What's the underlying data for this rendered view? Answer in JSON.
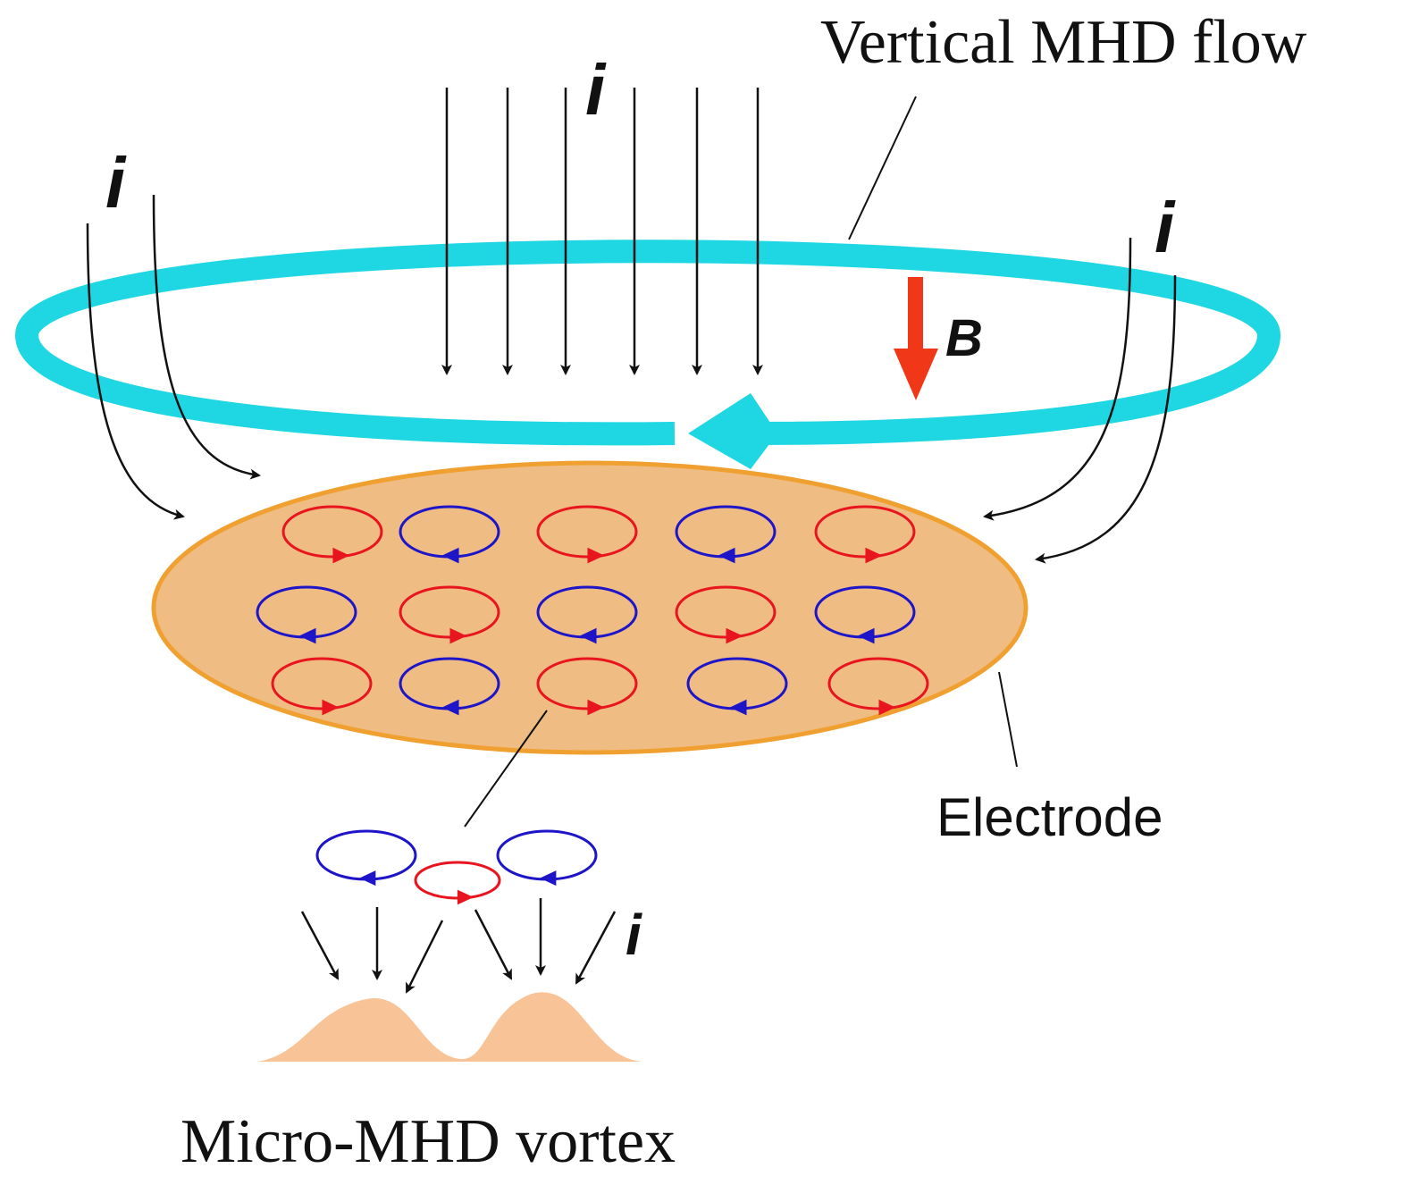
{
  "labels": {
    "vertical_flow": "Vertical MHD flow",
    "field": "B",
    "current": "i",
    "electrode": "Electrode",
    "micro_vortex": "Micro-MHD vortex"
  },
  "colors": {
    "flow_ring": "#1fd6e3",
    "electrode_fill": "#efbd84",
    "electrode_edge": "#f0a030",
    "vortex_red": "#e8141e",
    "vortex_blue": "#1e14c8",
    "field_arrow": "#f03818",
    "current_arrow": "#111111",
    "peak_fill": "#f8c396"
  },
  "vortex_grid": [
    [
      "red",
      "blue",
      "red",
      "blue",
      "red"
    ],
    [
      "blue",
      "red",
      "blue",
      "red",
      "blue"
    ],
    [
      "red",
      "blue",
      "red",
      "blue",
      "red"
    ]
  ],
  "zoom_vortices": [
    "blue",
    "red",
    "blue"
  ]
}
